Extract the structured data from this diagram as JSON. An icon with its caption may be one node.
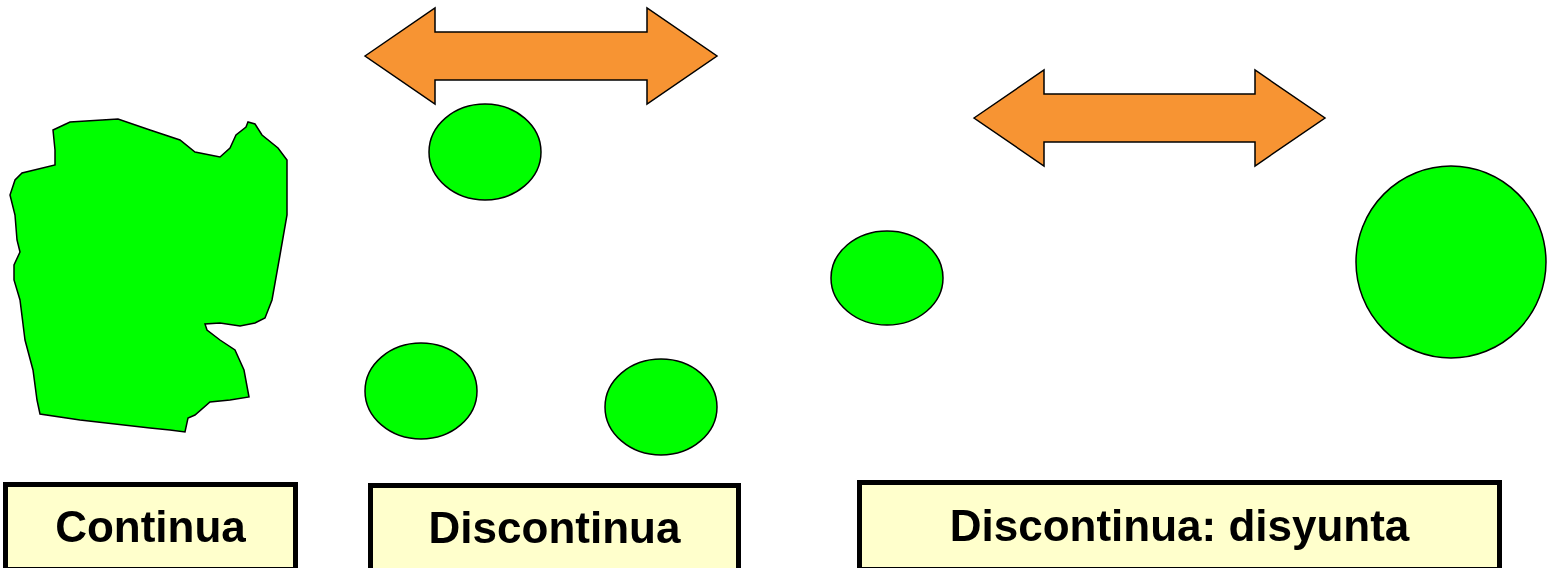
{
  "diagram": {
    "nodes": [
      {
        "text": [
          "Continua"
        ]
      },
      {
        "text": [
          "Discontinua"
        ]
      },
      {
        "text": [
          "Discontinua: disyunta"
        ]
      }
    ]
  }
}
